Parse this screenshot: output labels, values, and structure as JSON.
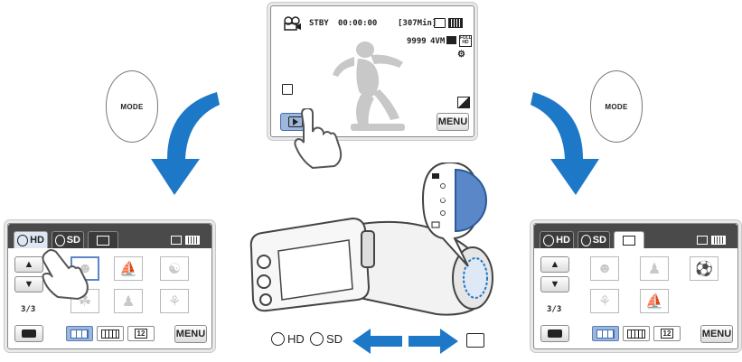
{
  "top_screen": {
    "status_stby": "STBY",
    "time": "00:00:00",
    "remaining": "[307Min]",
    "count": "9999",
    "res": "4VM",
    "menu_label": "MENU",
    "play_button_label": "▶"
  },
  "mode_label": "MODE",
  "left_screen": {
    "tabs": [
      {
        "label": "HD"
      },
      {
        "label": "SD"
      },
      {
        "label": ""
      }
    ],
    "page_indicator": "3/3",
    "menu_label": "MENU",
    "calendar_label": "12"
  },
  "right_screen": {
    "tabs": [
      {
        "label": "HD"
      },
      {
        "label": "SD"
      },
      {
        "label": ""
      }
    ],
    "page_indicator": "3/3",
    "menu_label": "MENU",
    "calendar_label": "12"
  },
  "camera_dial": {
    "label": "MODE"
  },
  "bottom_legend": {
    "hd_label": "HD",
    "sd_label": "SD"
  },
  "colors": {
    "accent_blue": "#1e78c8",
    "selection_blue": "#5a87c7",
    "dark_tab": "#3b3b3b"
  }
}
